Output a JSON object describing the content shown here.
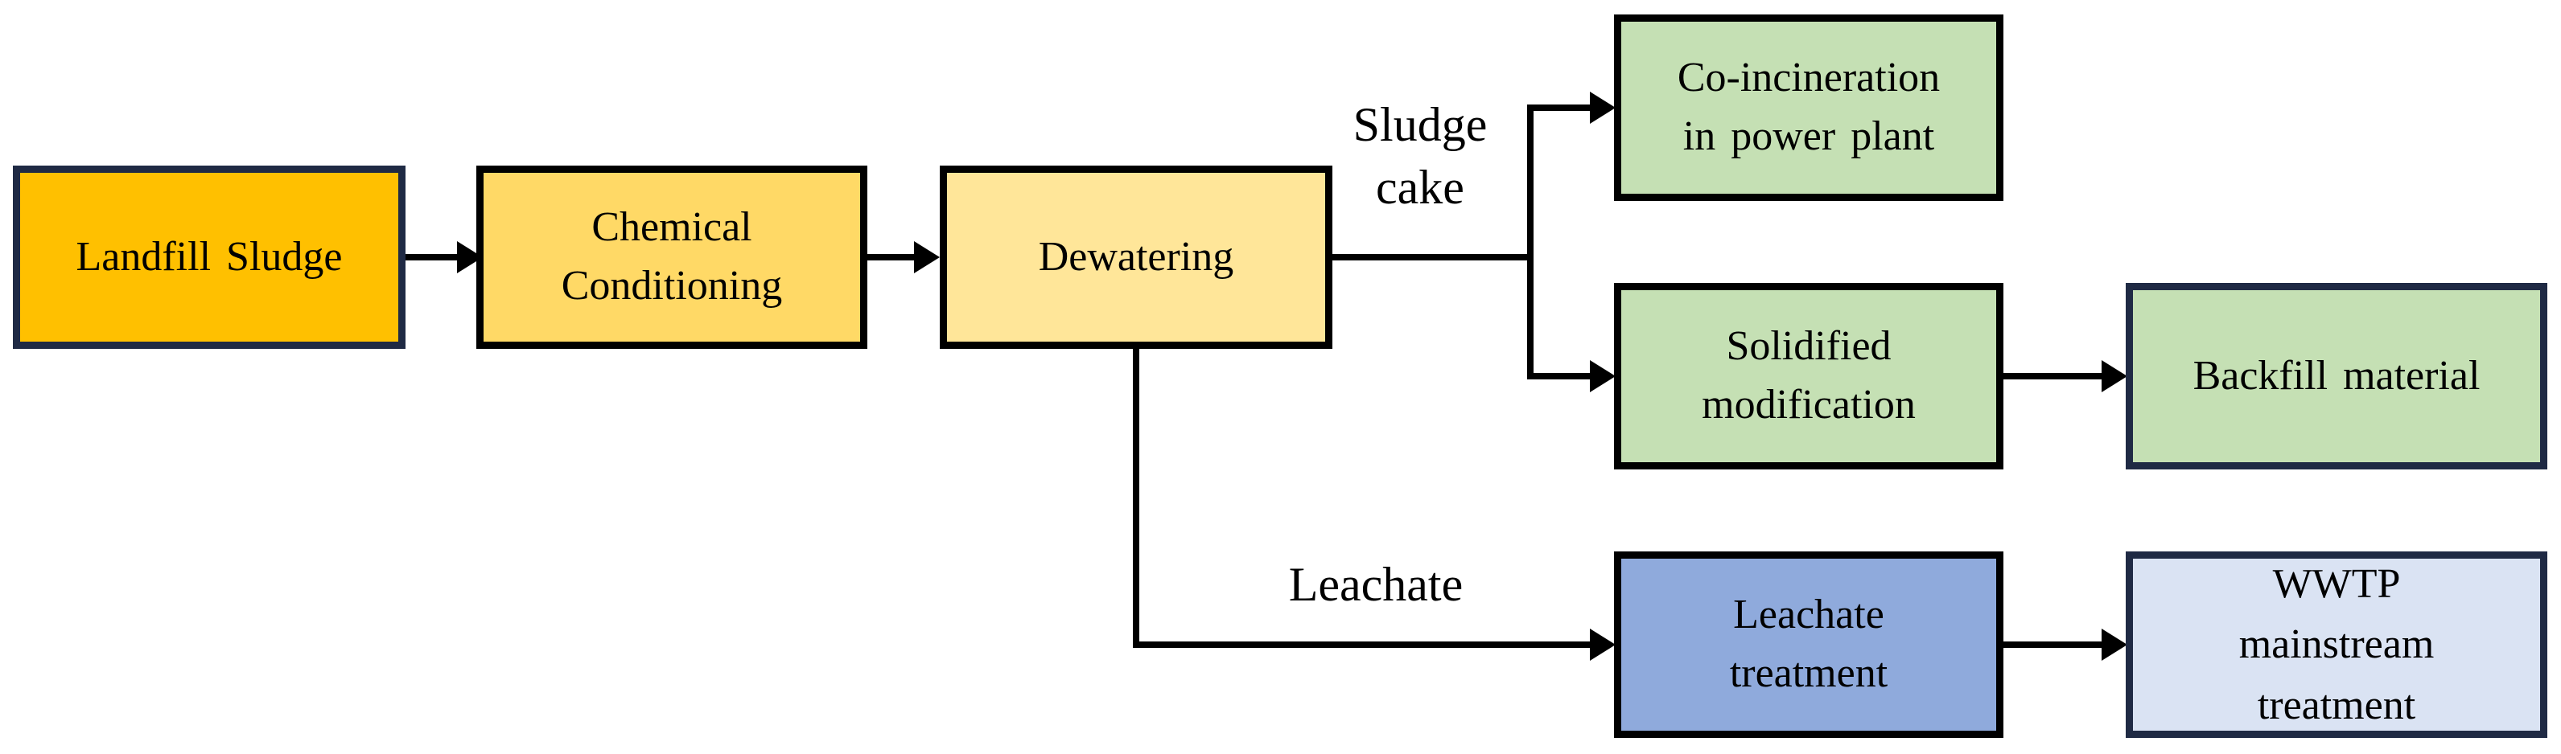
{
  "colors": {
    "landfill_sludge": "#ffc000",
    "chemical_conditioning": "#ffd966",
    "dewatering": "#ffe699",
    "green_outputs": "#c5e0b4",
    "leachate_treatment": "#8faadc",
    "wwtp": "#dae3f3",
    "navy_border": "#1f2a44",
    "black_border": "#000000"
  },
  "nodes": {
    "landfill_sludge": {
      "lines": [
        "Landfill Sludge"
      ]
    },
    "chemical_conditioning": {
      "lines": [
        "Chemical",
        "Conditioning"
      ]
    },
    "dewatering": {
      "lines": [
        "Dewatering"
      ]
    },
    "co_incineration": {
      "lines": [
        "Co-incineration",
        "in power plant"
      ]
    },
    "solidified_modification": {
      "lines": [
        "Solidified",
        "modification"
      ]
    },
    "backfill_material": {
      "lines": [
        "Backfill material"
      ]
    },
    "leachate_treatment": {
      "lines": [
        "Leachate",
        "treatment"
      ]
    },
    "wwtp": {
      "lines": [
        "WWTP",
        "mainstream",
        "treatment"
      ]
    }
  },
  "edge_labels": {
    "sludge_cake": [
      "Sludge",
      "cake"
    ],
    "leachate": "Leachate"
  }
}
